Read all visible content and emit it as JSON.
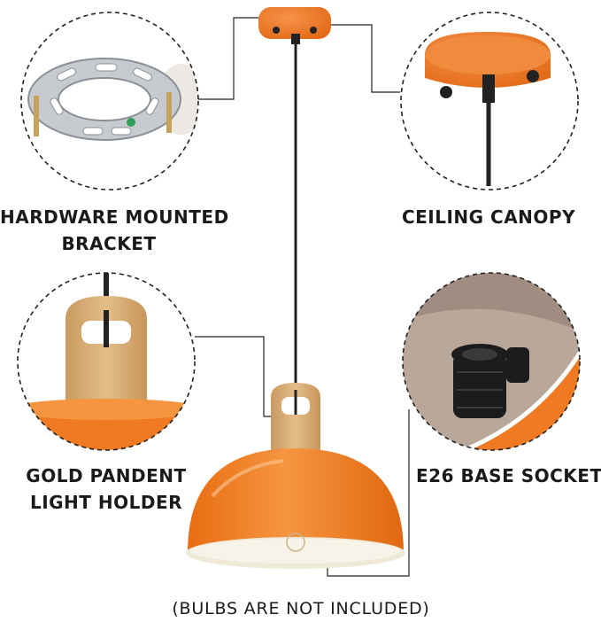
{
  "labels": {
    "hardware": {
      "line1": "HARDWARE MOUNTED",
      "line2": "BRACKET"
    },
    "canopy": {
      "line1": "CEILING CANOPY"
    },
    "holder": {
      "line1": "GOLD PANDENT",
      "line2": "LIGHT HOLDER"
    },
    "socket": {
      "line1": "E26 BASE SOCKET"
    },
    "note": "(BULBS ARE NOT INCLUDED)"
  },
  "colors": {
    "lamp_orange": "#f07a22",
    "lamp_inner": "#f4f0e4",
    "wood": "#d9b07a",
    "cord": "#222222",
    "circle_stroke": "#222222"
  }
}
